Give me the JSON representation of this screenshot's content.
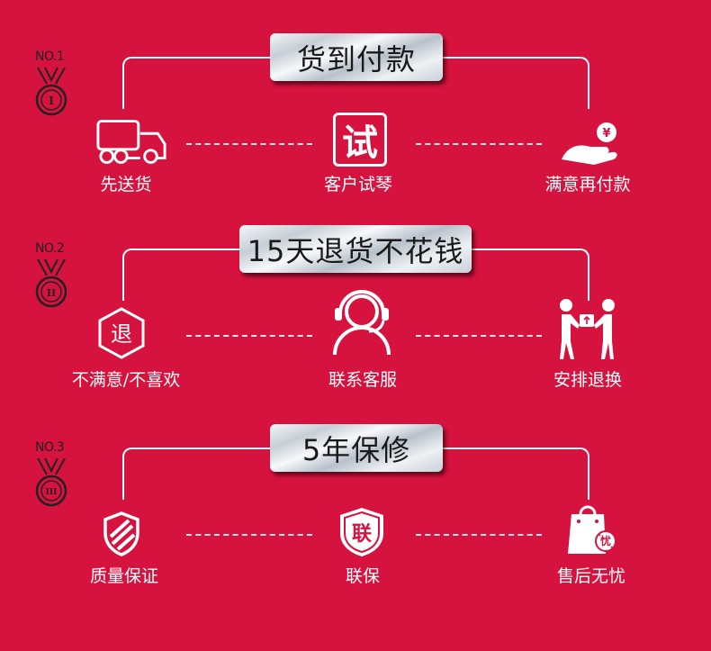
{
  "background_color": "#d6123e",
  "sections": [
    {
      "no": "NO.1",
      "medal_numeral": "I",
      "title": "货到付款",
      "steps": [
        {
          "icon": "truck-icon",
          "label": "先送货"
        },
        {
          "icon": "try-badge-icon",
          "glyph": "试",
          "label": "客户试琴"
        },
        {
          "icon": "hand-with-coin-icon",
          "glyph": "¥",
          "label": "满意再付款"
        }
      ]
    },
    {
      "no": "NO.2",
      "medal_numeral": "II",
      "title": "15天退货不花钱",
      "steps": [
        {
          "icon": "return-hexagon-icon",
          "glyph": "退",
          "label": "不满意/不喜欢"
        },
        {
          "icon": "customer-service-headset-icon",
          "label": "联系客服"
        },
        {
          "icon": "people-exchange-package-icon",
          "label": "安排退换"
        }
      ]
    },
    {
      "no": "NO.3",
      "medal_numeral": "III",
      "title": "5年保修",
      "steps": [
        {
          "icon": "shield-icon",
          "label": "质量保证"
        },
        {
          "icon": "shield-badge-icon",
          "glyph": "联",
          "label": "联保"
        },
        {
          "icon": "shopping-bag-icon",
          "glyph": "忧",
          "label": "售后无忧"
        }
      ]
    }
  ]
}
